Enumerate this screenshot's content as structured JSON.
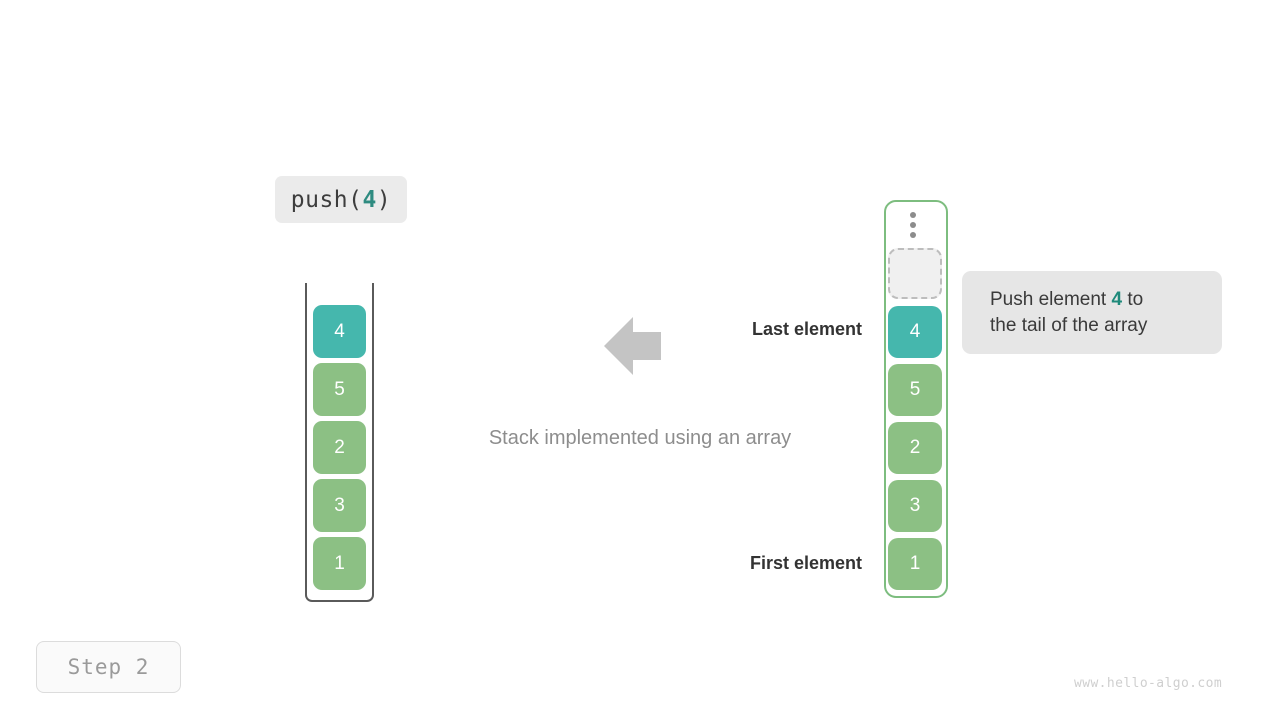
{
  "operation": {
    "prefix": "push(",
    "arg": "4",
    "suffix": ")"
  },
  "stack": {
    "caption": "Stack implemented using an array",
    "last_label": "Last element",
    "first_label": "First element",
    "cells": [
      {
        "value": "4",
        "color": "teal"
      },
      {
        "value": "5",
        "color": "green"
      },
      {
        "value": "2",
        "color": "green"
      },
      {
        "value": "3",
        "color": "green"
      },
      {
        "value": "1",
        "color": "green"
      }
    ]
  },
  "array": {
    "ellipsis_icon": "vertical-ellipsis-icon",
    "empty_slot_label": "",
    "cells": [
      {
        "value": "4",
        "color": "teal"
      },
      {
        "value": "5",
        "color": "green"
      },
      {
        "value": "2",
        "color": "green"
      },
      {
        "value": "3",
        "color": "green"
      },
      {
        "value": "1",
        "color": "green"
      }
    ]
  },
  "bubble": {
    "line1_before": "Push element ",
    "line1_highlight": "4",
    "line1_after": " to",
    "line2": "the tail of the array"
  },
  "step": {
    "label": "Step 2"
  },
  "watermark": {
    "text": "www.hello-algo.com"
  },
  "colors": {
    "teal": "#45b7ad",
    "green": "#8cc084",
    "highlight": "#1f8a7b",
    "arrow": "#c4c4c4",
    "array_border": "#7dbd7f",
    "stack_wall": "#5a5a5a"
  },
  "icons": {
    "arrow": "arrow-left-icon"
  }
}
